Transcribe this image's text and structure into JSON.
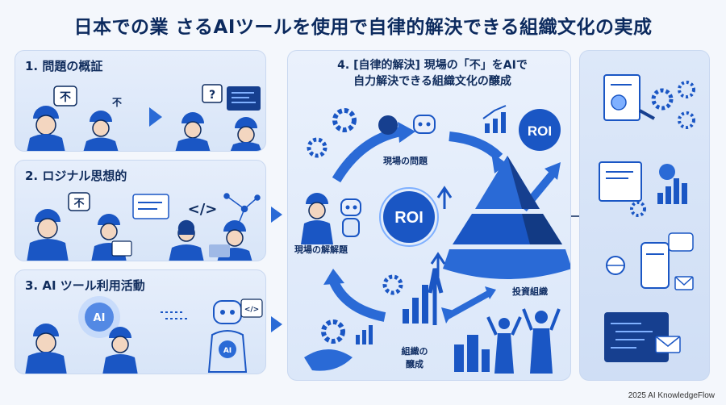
{
  "title": "日本での業 さるAIツールを使用で自律的解決できる組織文化の実成",
  "panels": {
    "p1": {
      "label": "1. 問題の概証",
      "bubble1": "不",
      "bubble2": "不",
      "bubble3": "?"
    },
    "p2": {
      "label": "2. ロジナル思想的",
      "bubble": "不",
      "code": "</>"
    },
    "p3": {
      "label": "3. AI ツール利用活動",
      "ai_badge": "AI",
      "robot_badge": "AI",
      "code": "</>"
    },
    "p4": {
      "title_line1": "4. [自律的解決] 現場の「不」をAIで",
      "title_line2": "自力解決できる組織文化の醸成",
      "label_problem": "現場の問題",
      "label_solve": "現場の解解題",
      "label_invest": "投資組織",
      "label_org1": "組織の",
      "label_org2": "醸成",
      "roi_left": "ROI",
      "roi_right": "ROI"
    }
  },
  "credit": "2025 AI KnowledgeFlow",
  "colors": {
    "primary": "#1a56c4",
    "dark": "#0c2a5e",
    "light": "#dbe7f9"
  }
}
